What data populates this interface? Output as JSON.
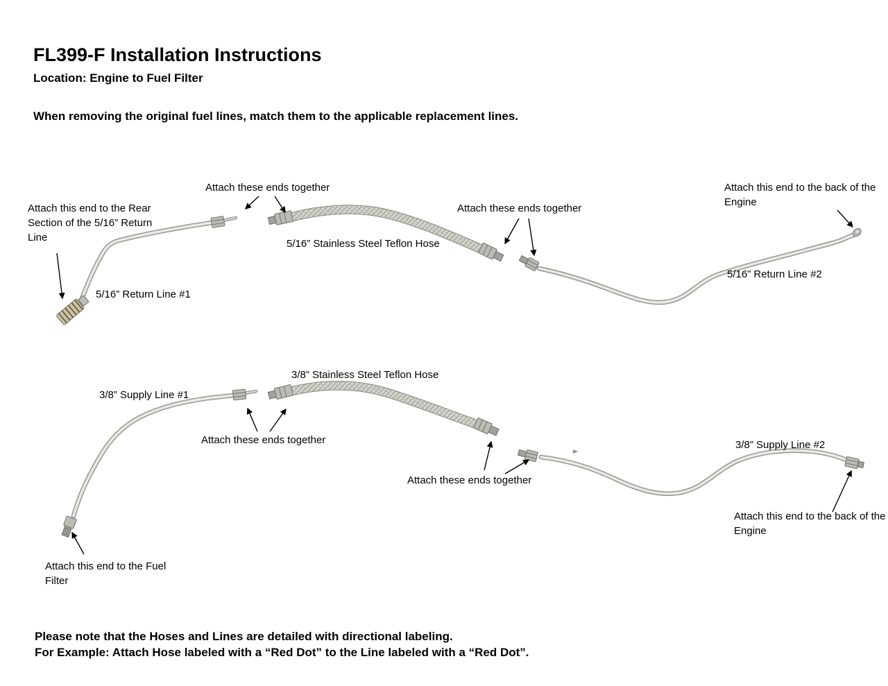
{
  "header": {
    "title": "FL399-F Installation Instructions",
    "subtitle": "Location: Engine to Fuel Filter",
    "instruction": "When removing the original fuel lines, match them to the applicable replacement lines."
  },
  "top": {
    "attach_ends_together_left": "Attach these ends together",
    "attach_rear": "Attach this end to the Rear Section of the 5/16” Return Line",
    "attach_back_engine": "Attach this end to the back of the Engine",
    "hose": "5/16” Stainless Steel Teflon Hose",
    "attach_ends_together_right": "Attach these ends together",
    "return_line_2": "5/16” Return Line #2",
    "return_line_1": "5/16” Return Line #1"
  },
  "bottom": {
    "hose": "3/8” Stainless Steel Teflon Hose",
    "supply_line_1": "3/8” Supply Line #1",
    "attach_ends_together_left": "Attach these ends together",
    "attach_ends_together_right": "Attach these ends together",
    "supply_line_2": "3/8” Supply Line #2",
    "attach_back_engine": "Attach this end to the back of the Engine",
    "attach_fuel_filter": "Attach this end to the Fuel Filter"
  },
  "footer": {
    "line1": "Please note that the Hoses and Lines are detailed with directional labeling.",
    "line2": "For Example: Attach Hose labeled with a “Red Dot” to the Line labeled with a “Red Dot”."
  }
}
